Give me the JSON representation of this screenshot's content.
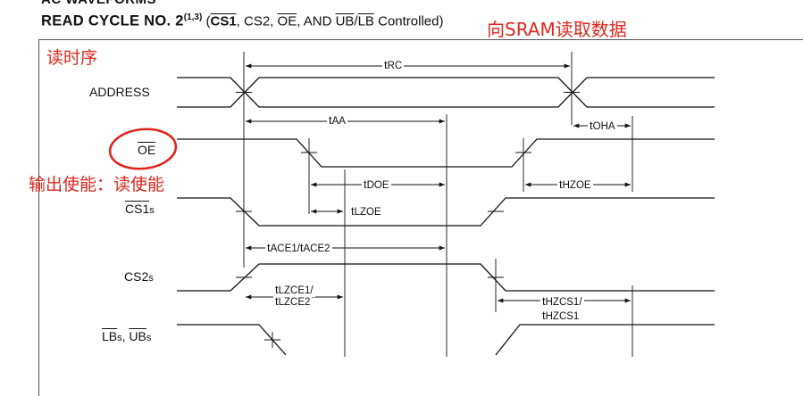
{
  "heading_cut": "AC WAVEFORMS",
  "title": {
    "main": "READ CYCLE NO. 2",
    "sup": "(1,3)",
    "open": " (",
    "cs1": "CS1",
    "c1": ", CS2, ",
    "oe": "OE",
    "c2": ", AND ",
    "ub": "UB",
    "slash": "/",
    "lb": "LB",
    "tail": " Controlled)"
  },
  "annotations": {
    "title_cn": "向SRAM读取数据",
    "read_timing_cn": "读时序",
    "oe_note_cn": "输出使能：读使能",
    "oe_circle_color": "#e0261c"
  },
  "signals": {
    "address": "ADDRESS",
    "oe": "OE",
    "cs1_bar": "CS1",
    "cs1_sub": "s",
    "cs2": "CS2",
    "cs2_sub": "s",
    "lb": "LB",
    "lb_sub": "s",
    "sep": ", ",
    "ub": "UB",
    "ub_sub": "s"
  },
  "timing": {
    "trc_t": "t",
    "trc": "RC",
    "taa_t": "t",
    "taa": "AA",
    "toha_t": "t",
    "toha": "OHA",
    "tdoe_t": "t",
    "tdoe": "DOE",
    "thzoe_t": "t",
    "thzoe": "HZOE",
    "tlzoe_t": "t",
    "tlzoe": "LZOE",
    "tace_t": "t",
    "tace": "ACE1/",
    "tace2_t": "t",
    "tace2": "ACE2",
    "tlzce1_t": "t",
    "tlzce1": "LZCE1/",
    "tlzce2_t": "t",
    "tlzce2": "LZCE2",
    "thzcs1_t": "t",
    "thzcs1": "HZCS1/",
    "thzcs2_t": "t",
    "thzcs2": "HZCS1"
  }
}
